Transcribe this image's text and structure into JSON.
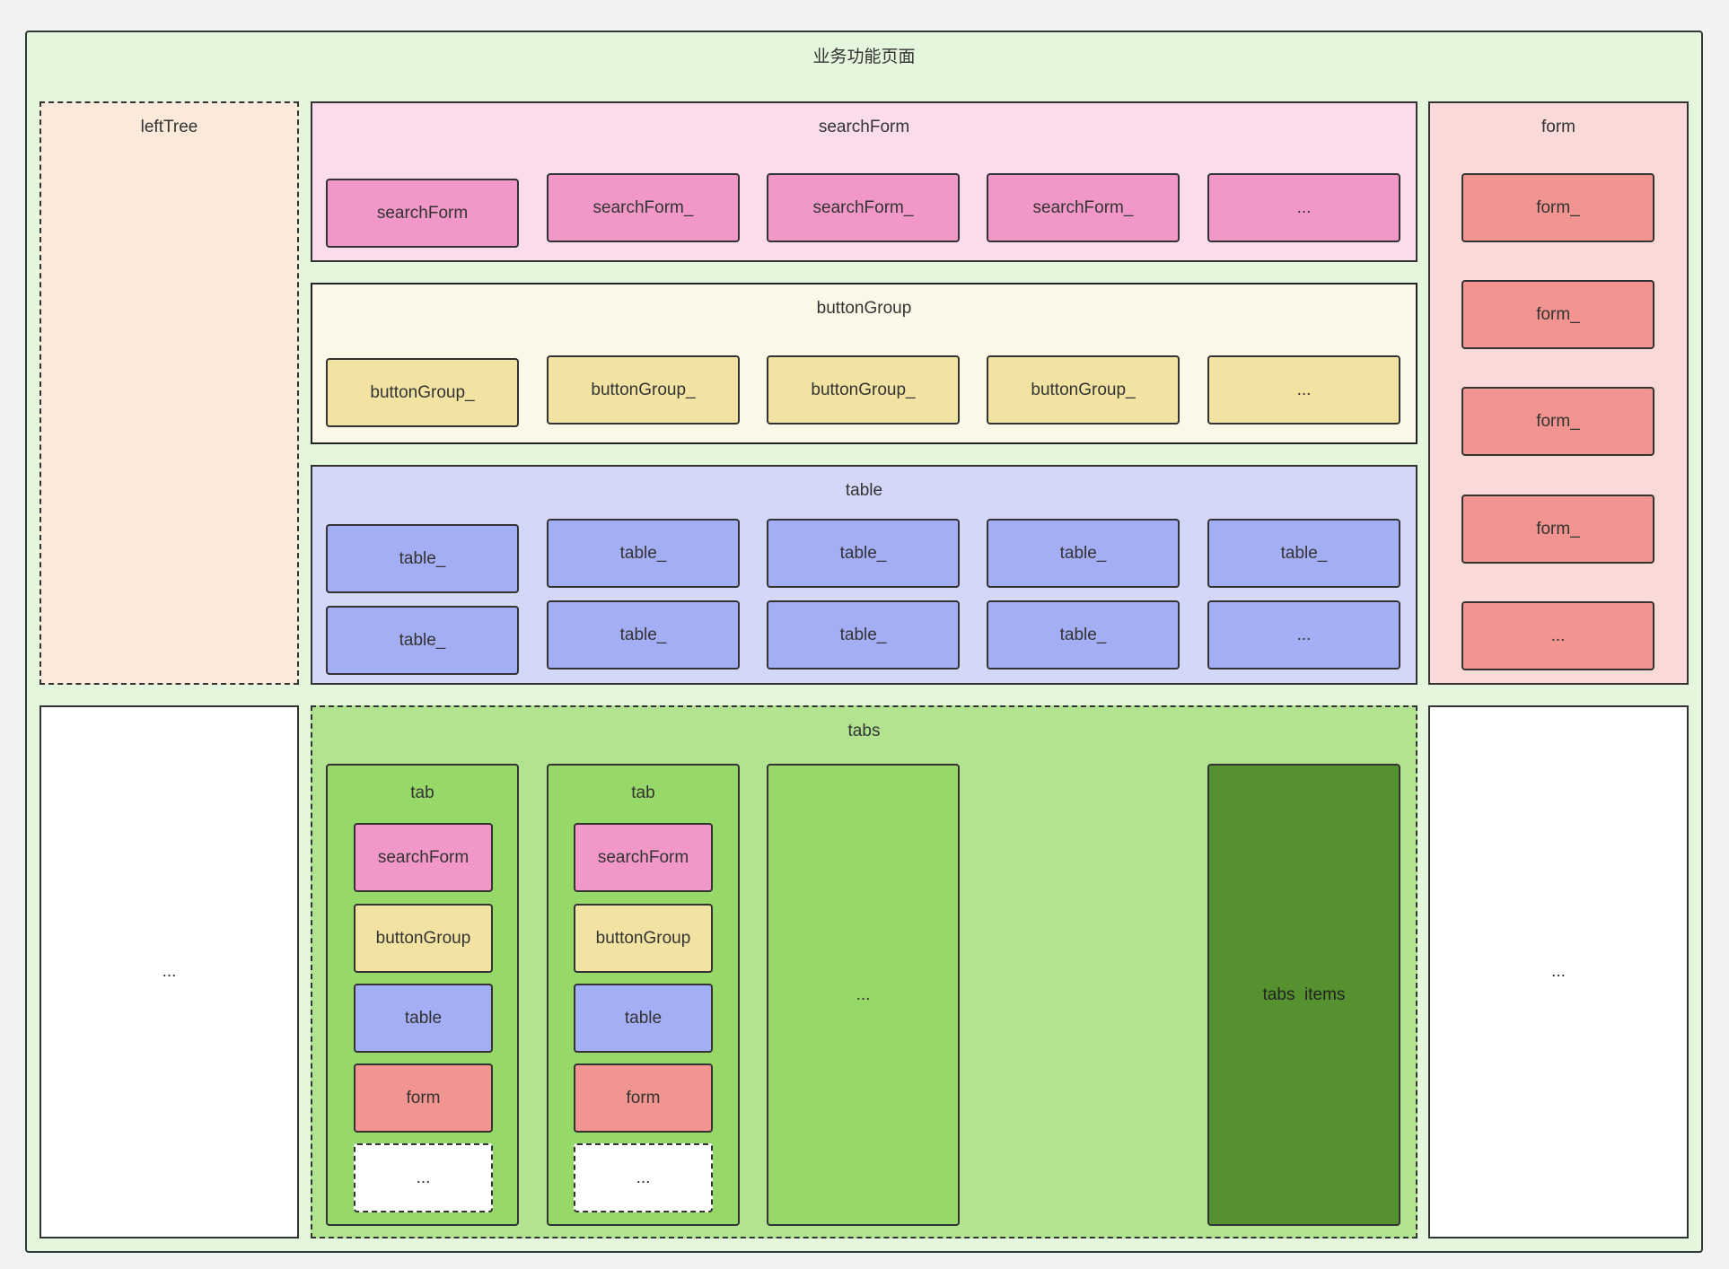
{
  "page": {
    "title": "业务功能页面"
  },
  "leftTree": {
    "title": "leftTree"
  },
  "searchForm": {
    "title": "searchForm",
    "items": [
      "searchForm",
      "searchForm_",
      "searchForm_",
      "searchForm_",
      "..."
    ]
  },
  "buttonGroup": {
    "title": "buttonGroup",
    "items": [
      "buttonGroup_",
      "buttonGroup_",
      "buttonGroup_",
      "buttonGroup_",
      "..."
    ]
  },
  "table": {
    "title": "table",
    "row1": [
      "table_",
      "table_",
      "table_",
      "table_",
      "table_"
    ],
    "row2": [
      "table_",
      "table_",
      "table_",
      "table_",
      "..."
    ]
  },
  "form": {
    "title": "form",
    "items": [
      "form_",
      "form_",
      "form_",
      "form_",
      "..."
    ]
  },
  "bottomLeft": {
    "label": "..."
  },
  "bottomRight": {
    "label": "..."
  },
  "tabs": {
    "title": "tabs",
    "tab1": {
      "title": "tab",
      "items": [
        "searchForm",
        "buttonGroup",
        "table",
        "form",
        "..."
      ]
    },
    "tab2": {
      "title": "tab",
      "items": [
        "searchForm",
        "buttonGroup",
        "table",
        "form",
        "..."
      ]
    },
    "tab3": {
      "label": "..."
    },
    "tabsItems": {
      "label": "tabs  items"
    }
  },
  "colors": {
    "page_bg": "#e4f6dc",
    "leftTree_bg": "#fbe9da",
    "searchForm_bg": "#fadcec",
    "buttonGroup_bg": "#fcf8e7",
    "table_bg": "#d3d7f8",
    "form_bg": "#f9dad8",
    "tabs_bg": "#b1e391",
    "tab_bg": "#97d968",
    "tabs_items_bg": "#55922f",
    "pink": "#f298c8",
    "yellow": "#f2e3a2",
    "blue": "#a4aef4",
    "red": "#f2948f"
  }
}
